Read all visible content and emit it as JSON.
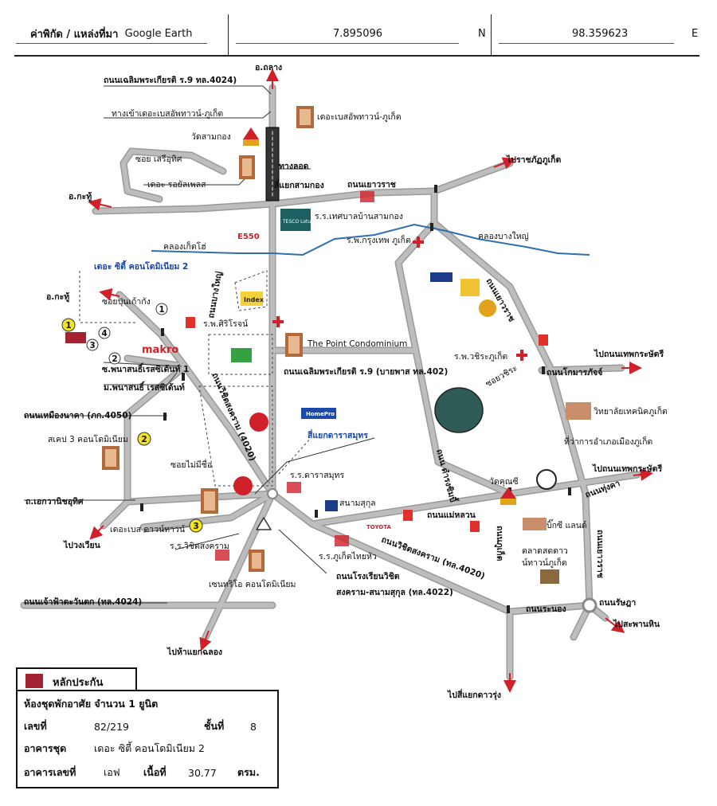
{
  "header": {
    "coord_label": "ค่าพิกัด / แหล่งที่มา",
    "source": "Google Earth",
    "lat": "7.895096",
    "lat_dir": "N",
    "lon": "98.359623",
    "lon_dir": "E"
  },
  "map_labels": {
    "r_chalermprakiat_top": "ถนนเฉลิมพระเกียรติ ร.9  ทล.4024)",
    "a_thalang": "อ.ถลาง",
    "entrance_base": "ทางเข้าเดอะเบสอัพทาวน์-ภูเก็ต",
    "the_base_uptown": "เดอะเบสอัพทาวน์-ภูเก็ต",
    "wat_samkong": "วัดสามกอง",
    "soi_seriuthit": "ซอย เสรีอุทิศ",
    "royal_place": "เดอะ รอยัลเพลส",
    "underpass": "ทางลอด",
    "samkong_junction": "สี่แยกสามกอง",
    "rajabhat": "ไปราชภัฏภูเก็ต",
    "yaowarat_road": "ถนนเยาวราช",
    "a_kathu_top": "อ.กะทู้",
    "tesco_lotus": "TESCO Lotus",
    "school_bansamkong": "ร.ร.เทศบาลบ้านสามกอง",
    "bangkok_hospital": "ร.พ.กรุงเทพ ภูเก็ต",
    "khlong_bangyai": "คลองบางใหญ่",
    "khlong_kokoh": "คลองเก็ตโฮ่",
    "e550": "E550",
    "the_city_condo": "เดอะ ซิตี้ คอนโดมิเนียม 2",
    "a_kathu_left": "อ.กะทู้",
    "soi_punkaokang": "ซอยปุ่นเก้ากัง",
    "rd_bangyai": "ถนนบางใหญ่",
    "index": "Index",
    "siroj_hospital": "ร.พ.ศิริโรจน์",
    "yaowarat_right": "ถนนเยาวราช",
    "makro": "makro",
    "point_condo": "The Point Condominium",
    "vachira_hospital": "ร.พ.วชิระภูเก็ต",
    "to_thepkrasattri_1": "ไปถนนเทพกระษัตรี",
    "phanason_1": "ซ.พนาสนธิ์เรสซิเด้นท์ 1",
    "chalermprakiat_bypass": "ถนนเฉลิมพระเกียรติ ร.9 (บายพาส ทล.402)",
    "rd_komarapat": "ถนนโกมารภัจจ์",
    "phanason_village": "ม.พนาสนธิ์ เรสซิเด้นท์",
    "soi_vachira": "ซอยวชิระ",
    "technical_college": "วิทยาลัยเทคนิคภูเก็ต",
    "rd_mueangnakha": "ถนนเหมืองนาคา (ภก.4050)",
    "homepro": "HomePro",
    "darasamut_junction": "สี่แยกดาราสมุทร",
    "district_office": "ที่ว่าการอำเภอเมืองภูเก็ต",
    "skape_condo": "สเคป 3 คอนโดมิเนียม",
    "rd_wichit_vert": "ถนนวิชิตสงคราม (4020)",
    "soi_maimeechue": "ซอยไม่มีชื่อ",
    "school_darasamut": "ร.ร.ดาราสมุทร",
    "to_thepkrasattri_2": "ไปถนนเทพกระษัตรี",
    "wat_khuannai": "วัดคุณซี",
    "rd_kasorn": "ถนน ดำรงซิมบี้",
    "rd_thungkha": "ถนนทุ่งคา",
    "rd_ekawanit": "ถ.เอกวานิชอุทิศ",
    "samnam_sukul": "สนามสุกุล",
    "rd_maeluan": "ถนนแม่หลวน",
    "the_base_downtown": "เดอะเบส ดาวน์ทาวน์",
    "to_pongwian": "ไปวงเวียน",
    "toyota": "TOYOTA",
    "big_c_land": "บิ๊กซี แลนด์",
    "rd_phuketthai": "ถนนภูเก็ต",
    "school_wichit": "ร.ร.วิชิตสงคราม",
    "school_phuketthaihua": "ร.ร.ภูเก็ตไทยหัว",
    "rd_wichit_2": "ถนนวิชิตสงคราม (ทล.4020)",
    "market": "ตลาดสดดาว",
    "market2": "น์ทาวน์ภูเก็ต",
    "rd_yaowarat_bottom": "ถนนเยาวราช",
    "centrio_condo": "เซนทริโอ คอนโดมิเนียม",
    "rd_school": "ถนนโรงเรียนวิชิต",
    "rd_school2": "สงคราม-สนามสุกุล (ทล.4022)",
    "rd_chaofa": "ถนนเจ้าฟ้าตะวันตก (ทล.4024)",
    "rd_ranong": "ถนนระนอง",
    "rd_rasada": "ถนนรัษฎา",
    "to_saphanhin": "ไปสะพานหิน",
    "to_chalong": "ไปห้าแยกฉลอง",
    "to_darungrung": "ไปสี่แยกดาวรุ่ง",
    "marker_1": "1",
    "marker_2": "2",
    "marker_3": "3",
    "marker_4": "4"
  },
  "legend": {
    "label": "หลักประกัน",
    "color": "#a32330"
  },
  "info": {
    "title": "ห้องชุดพักอาศัย จำนวน 1 ยูนิต",
    "no_label": "เลขที่",
    "no_value": "82/219",
    "floor_label": "ชั้นที่",
    "floor_value": "8",
    "building_label": "อาคารชุด",
    "building_value": "เดอะ ซิตี้ คอนโดมิเนียม 2",
    "bldg_no_label": "อาคารเลขที่",
    "bldg_no_value": "เอฟ",
    "area_label": "เนื้อที่",
    "area_value": "30.77",
    "area_unit": "ตรม."
  },
  "colors": {
    "road": "#bdbdbd",
    "road_edge": "#9a9a9a",
    "river": "#2f6fb0",
    "marker": "#f3e322",
    "red": "#d0202a"
  }
}
